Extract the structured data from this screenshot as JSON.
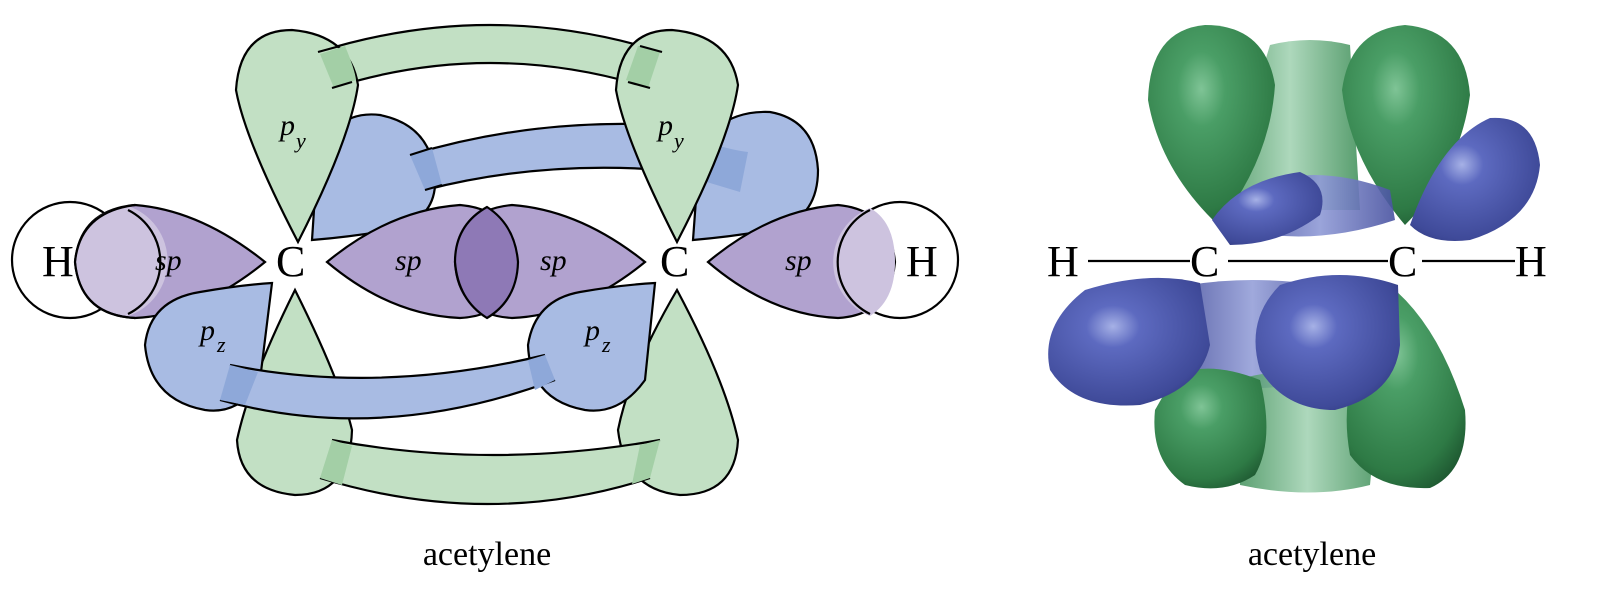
{
  "colors": {
    "green_orbital": "#c2e0c4",
    "green_overlap": "#a3cfa6",
    "blue_orbital": "#a8bbe3",
    "blue_overlap": "#8ea8d9",
    "purple_orbital": "#b1a2cf",
    "purple_overlap": "#8e79b6",
    "h_overlap": "#cdc3df",
    "green_3d": "#3d8e55",
    "blue_3d": "#4e5aa6"
  },
  "left_diagram": {
    "atoms": {
      "h_left": "H",
      "c_left": "C",
      "c_right": "C",
      "h_right": "H"
    },
    "orbitals": {
      "sp": "sp",
      "p": "p",
      "y": "y",
      "z": "z"
    },
    "caption": "acetylene"
  },
  "right_diagram": {
    "atoms": {
      "h_left": "H",
      "c_left": "C",
      "c_right": "C",
      "h_right": "H"
    },
    "caption": "acetylene"
  }
}
